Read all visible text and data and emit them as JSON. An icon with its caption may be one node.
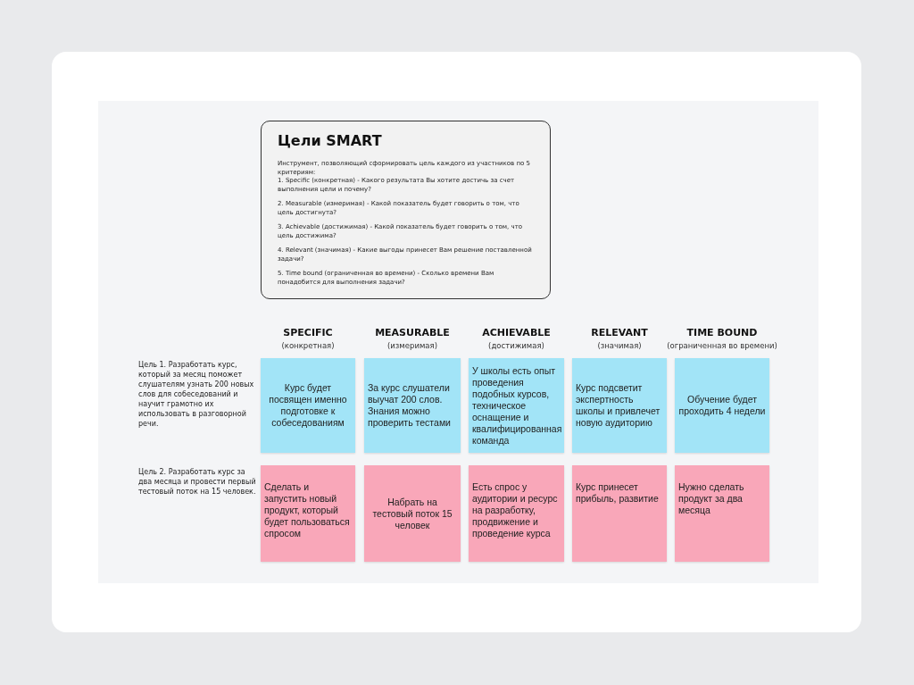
{
  "diagram": {
    "nodes": [
      {
        "text": [
          "Цели SMART",
          "Инструмент, позволяющий сформировать цель каждого из участников по 5 критериям:",
          "1. Specific (конкретная) - Какого результата Вы хотите достичь за счет выполнения цели и почему?",
          "2. Measurable (измеримая) - Какой показатель будет говорить о том, что цель достигнута?",
          "3. Achievable (достижимая) - Какой показатель будет говорить о том, что цель достижима?",
          "4. Relevant (значимая) - Какие выгоды принесет Вам решение поставленной задачи?",
          "5. Time bound (ограниченная во времени) - Сколько времени Вам понадобится для выполнения задачи?"
        ]
      },
      {
        "text": [
          "Курс будет посвящен именно подготовке к собеседованиям"
        ]
      },
      {
        "text": [
          "За курс слушатели выучат 200 слов. Знания можно проверить тестами"
        ]
      },
      {
        "text": [
          "У школы есть опыт проведения подобных курсов, техническое оснащение и квалифицированная команда"
        ]
      },
      {
        "text": [
          "Курс подсветит экспертность школы и привлечет новую аудиторию"
        ]
      },
      {
        "text": [
          "Обучение будет проходить 4 недели"
        ]
      },
      {
        "text": [
          "Сделать и запустить новый продукт, который будет пользоваться спросом"
        ]
      },
      {
        "text": [
          "Набрать на тестовый поток 15 человек"
        ]
      },
      {
        "text": [
          "Есть спрос у аудитории и ресурс на разработку, продвижение и проведение курса"
        ]
      },
      {
        "text": [
          "Курс принесет прибыль, развитие"
        ]
      },
      {
        "text": [
          "Нужно сделать продукт за два месяца"
        ]
      }
    ],
    "edges": [],
    "labels": [
      "SPECIFIC",
      "MEASURABLE",
      "ACHIEVABLE",
      "RELEVANT",
      "TIME BOUND",
      "(конкретная)",
      "(измеримая)",
      "(достижимая)",
      "(значимая)",
      "(ограниченная во времени)",
      "Цель 1. Разработать курс, который за месяц поможет слушателям узнать 200 новых слов для собеседований и научит грамотно их использовать в разговорной речи.",
      "Цель 2. Разработать курс за два месяца и провести первый тестовый поток на 15 человек."
    ]
  }
}
